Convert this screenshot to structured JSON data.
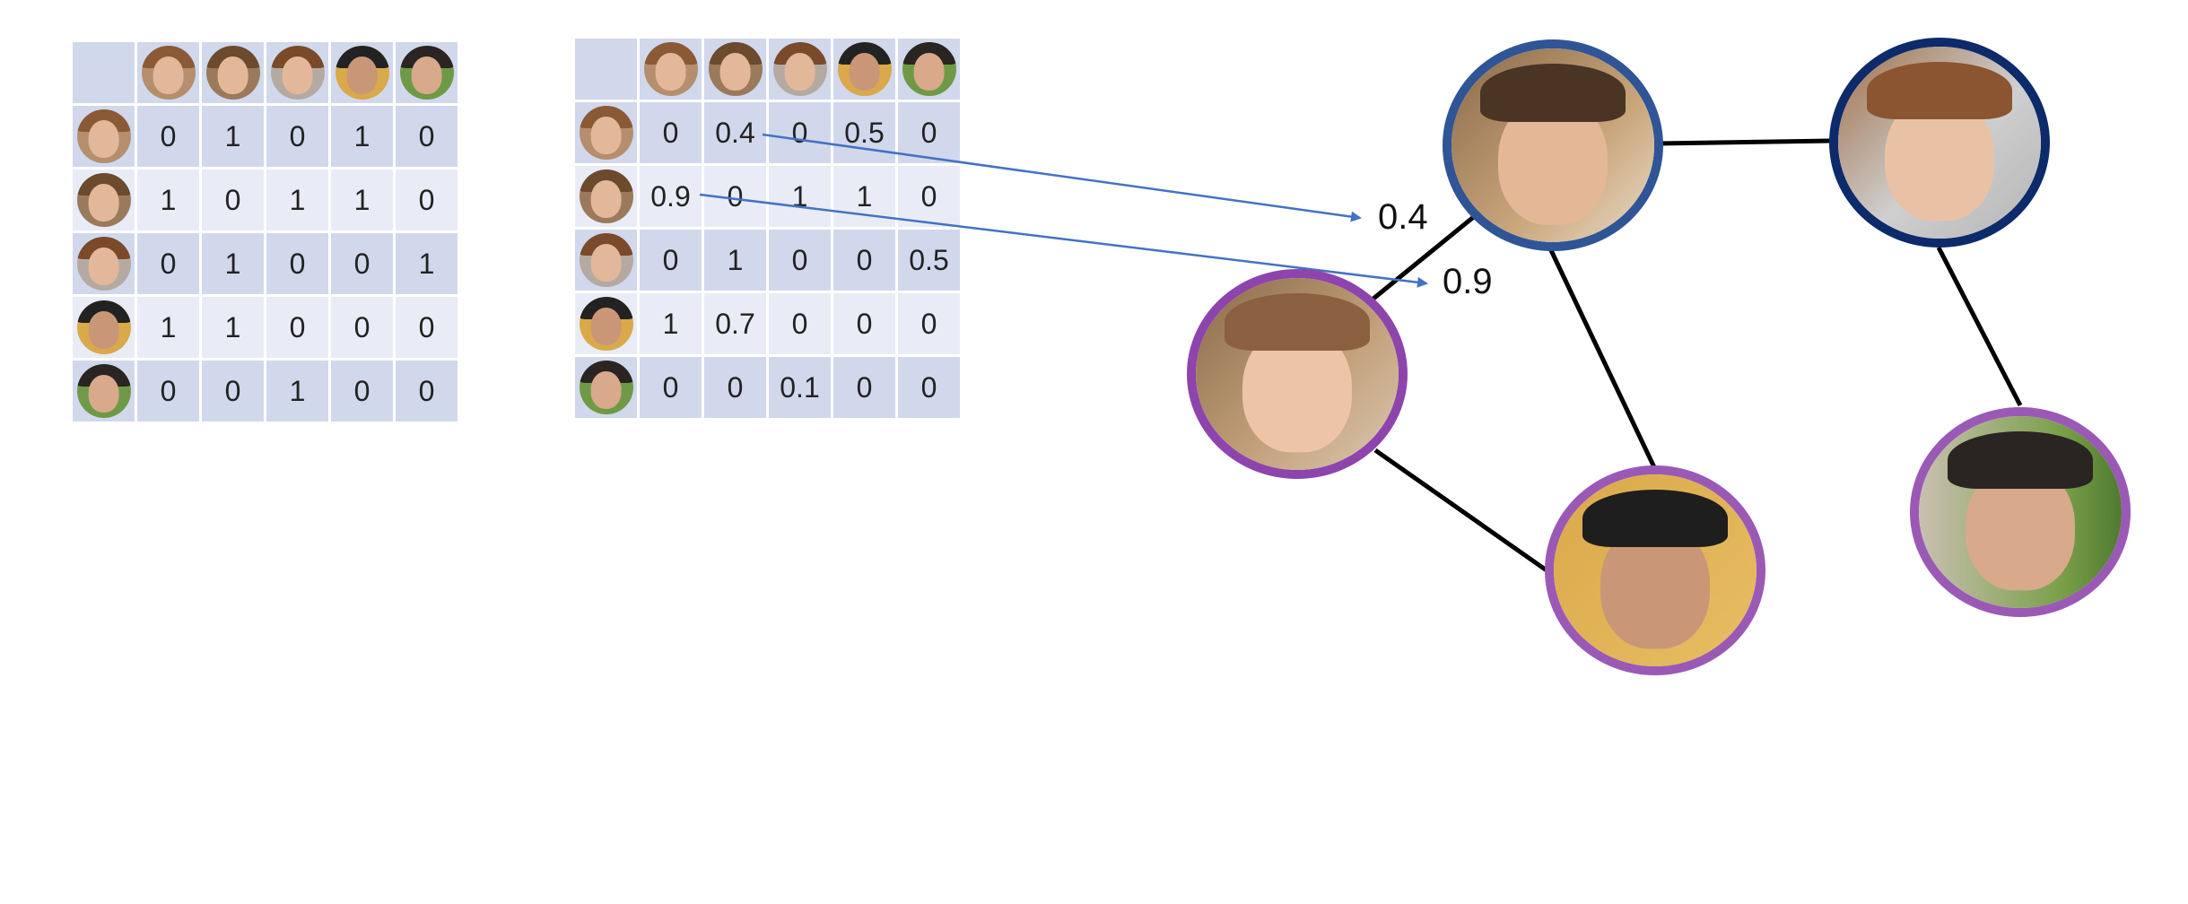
{
  "matrix_binary": {
    "rows": [
      [
        "0",
        "1",
        "0",
        "1",
        "0"
      ],
      [
        "1",
        "0",
        "1",
        "1",
        "0"
      ],
      [
        "0",
        "1",
        "0",
        "0",
        "1"
      ],
      [
        "1",
        "1",
        "0",
        "0",
        "0"
      ],
      [
        "0",
        "0",
        "1",
        "0",
        "0"
      ]
    ]
  },
  "matrix_weighted": {
    "rows": [
      [
        "0",
        "0.4",
        "0",
        "0.5",
        "0"
      ],
      [
        "0.9",
        "0",
        "1",
        "1",
        "0"
      ],
      [
        "0",
        "1",
        "0",
        "0",
        "0.5"
      ],
      [
        "1",
        "0.7",
        "0",
        "0",
        "0"
      ],
      [
        "0",
        "0",
        "0.1",
        "0",
        "0"
      ]
    ]
  },
  "graph": {
    "edge_labels": [
      "0.4",
      "0.9"
    ],
    "edge_color": "#000000",
    "arrow_color": "#4472c4",
    "node_border_colors": {
      "blue": "#2f5597",
      "navy": "#0d2a6b",
      "purple": "#8e44ad"
    }
  }
}
